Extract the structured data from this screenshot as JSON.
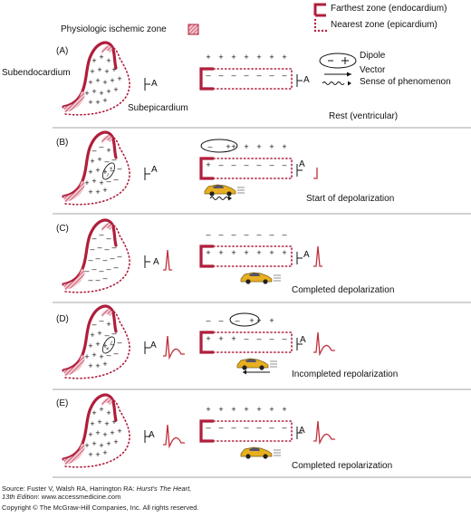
{
  "legend": {
    "ischemic_zone": "Physiologic ischemic zone",
    "farthest_zone": "Farthest zone (endocardium)",
    "nearest_zone": "Nearest zone (epicardium)",
    "dipole": "Dipole",
    "vector": "Vector",
    "sense": "Sense of phenomenon"
  },
  "labels": {
    "subendocardium": "Subendocardium",
    "subepicardium": "Subepicardium",
    "lead": "A"
  },
  "panels": [
    {
      "letter": "(A)",
      "caption": "Rest (ventricular)"
    },
    {
      "letter": "(B)",
      "caption": "Start of depolarization"
    },
    {
      "letter": "(C)",
      "caption": "Completed depolarization"
    },
    {
      "letter": "(D)",
      "caption": "Incompleted repolarization"
    },
    {
      "letter": "(E)",
      "caption": "Completed repolarization"
    }
  ],
  "footer": {
    "source_prefix": "Source: Fuster V, Walsh RA, Harrington RA: ",
    "source_title": "Hurst's The Heart,",
    "edition": "13th Edition",
    "site": ": www.accessmedicine.com",
    "copyright": "Copyright © The McGraw-Hill Companies, Inc. All rights reserved."
  },
  "colors": {
    "wall": "#b01e3c",
    "hatch": "#e8a0b0",
    "ecg": "#c0303a",
    "car": "#e8b020",
    "text": "#111111"
  }
}
